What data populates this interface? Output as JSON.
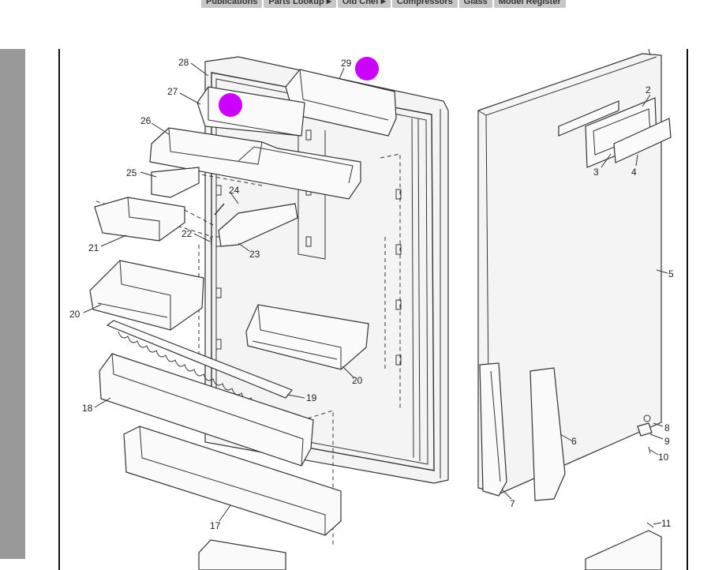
{
  "nav": {
    "items": [
      {
        "label": "Publications",
        "arrow": false
      },
      {
        "label": "Parts Lookup",
        "arrow": true
      },
      {
        "label": "Old Chef",
        "arrow": true
      },
      {
        "label": "Compressors",
        "arrow": false
      },
      {
        "label": "Glass",
        "arrow": false
      },
      {
        "label": "Model Register",
        "arrow": false
      }
    ],
    "arrow_glyph": "▶"
  },
  "diagram": {
    "callouts": {
      "c2": "2",
      "c3": "3",
      "c4": "4",
      "c5": "5",
      "c6": "6",
      "c7": "7",
      "c8": "8",
      "c9": "9",
      "c10": "10",
      "c11": "11",
      "c17": "17",
      "c18": "18",
      "c19": "19",
      "c20a": "20",
      "c20b": "20",
      "c21": "21",
      "c22": "22",
      "c23": "23",
      "c24": "24",
      "c25": "25",
      "c26": "26",
      "c27": "27",
      "c28": "28",
      "c29": "29"
    },
    "marker_color": "#cc00ff"
  }
}
